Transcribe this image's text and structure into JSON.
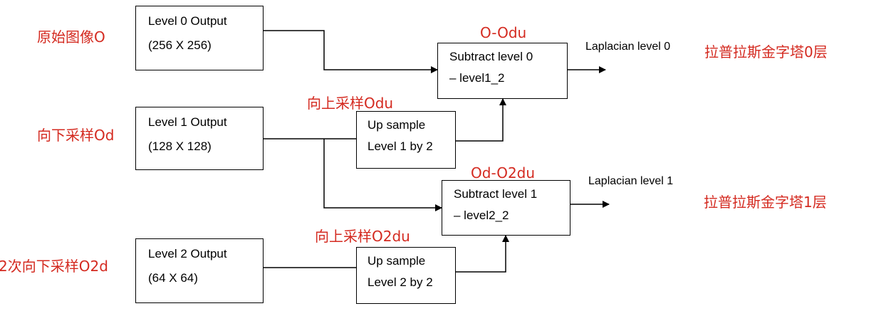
{
  "boxes": {
    "level0": {
      "line1": "Level 0 Output",
      "line2": "(256 X 256)"
    },
    "level1": {
      "line1": "Level 1 Output",
      "line2": "(128 X 128)"
    },
    "level2": {
      "line1": "Level 2 Output",
      "line2": "(64 X 64)"
    },
    "up1": {
      "line1": "Up sample",
      "line2": "Level 1 by 2"
    },
    "up2": {
      "line1": "Up sample",
      "line2": "Level 2 by 2"
    },
    "sub0": {
      "line1": "Subtract level 0",
      "line2": "– level1_2"
    },
    "sub1": {
      "line1": "Subtract level 1",
      "line2": "– level2_2"
    }
  },
  "annotations": {
    "original": "原始图像O",
    "down1": "向下采样Od",
    "down2": "2次向下采样O2d",
    "up_odu": "向上采样Odu",
    "up_o2du": "向上采样O2du",
    "diff0": "O-Odu",
    "diff1": "Od-O2du",
    "lap0_cn": "拉普拉斯金字塔0层",
    "lap1_cn": "拉普拉斯金字塔1层"
  },
  "outputs": {
    "lap0": "Laplacian level 0",
    "lap1": "Laplacian level 1"
  },
  "colors": {
    "annotation": "#d42a20",
    "line": "#000000"
  }
}
